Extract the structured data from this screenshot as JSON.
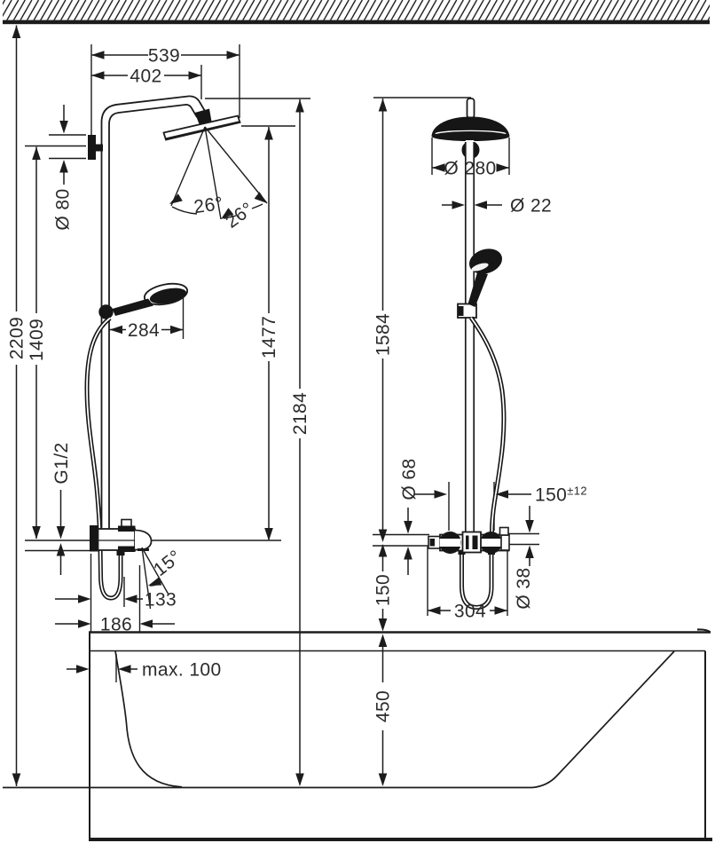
{
  "ink": "#1c1c1c",
  "side_view": {
    "arm_projection": "539",
    "head_offset": "402",
    "wall_flange_diameter": "Ø 80",
    "ceiling_height": "2209",
    "inlet_height": "1409",
    "inlet_thread": "G1/2",
    "handshower_reach": "284",
    "spray_angle_outer": "26°",
    "spray_angle_inner": "26°",
    "head_bottom_height": "1477",
    "pipe_top_height": "2184",
    "spout_reach": "133",
    "spout_reach_outer": "186",
    "spout_angle": "15°"
  },
  "front_view": {
    "head_diameter": "Ø 280",
    "pipe_diameter": "Ø 22",
    "pipe_top_above_valve": "1584",
    "connection_flange_diameter": "Ø 68",
    "connection_spacing_value": "150",
    "connection_spacing_tolerance": "±12",
    "valve_width": "304",
    "valve_body_diameter": "Ø 38",
    "valve_above_rim": "150"
  },
  "bathtub": {
    "spout_overhang": "max. 100",
    "rim_height": "450"
  }
}
